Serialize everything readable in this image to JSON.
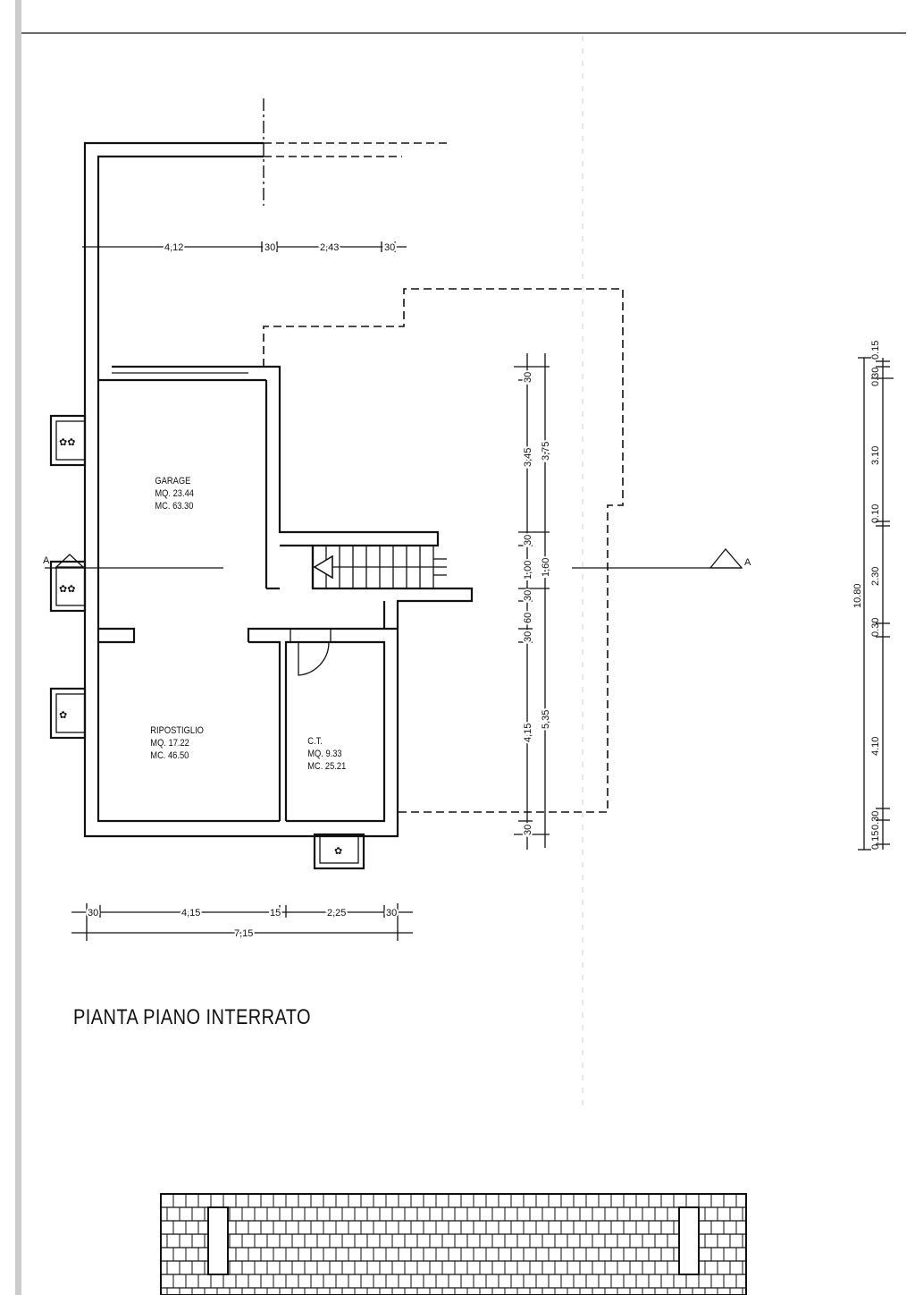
{
  "title": "PIANTA PIANO INTERRATO",
  "section_mark": "A",
  "rooms": [
    {
      "name": "GARAGE",
      "mq": "MQ. 23.44",
      "mc": "MC. 63.30"
    },
    {
      "name": "RIPOSTIGLIO",
      "mq": "MQ. 17.22",
      "mc": "MC. 46.50"
    },
    {
      "name": "C.T.",
      "mq": "MQ. 9.33",
      "mc": "MC. 25.21"
    }
  ],
  "dims_top": [
    "4,12",
    "30",
    "2,43",
    "30"
  ],
  "dims_bottom": [
    "30",
    "4,15",
    "15",
    "2,25",
    "30"
  ],
  "dims_bottom_total": "7,15",
  "dims_vertical_a": [
    "30",
    "3,45",
    "30",
    "1,00",
    "30",
    "60",
    "30",
    "4,15",
    "30"
  ],
  "dims_vertical_b": [
    "3,75",
    "1,60",
    "5,35"
  ],
  "dims_section_total": "10.80",
  "dims_section": [
    "0.15",
    "0.30",
    "3.10",
    "0.10",
    "2.30",
    "0.30",
    "4.10",
    "0.30",
    "0.15"
  ]
}
